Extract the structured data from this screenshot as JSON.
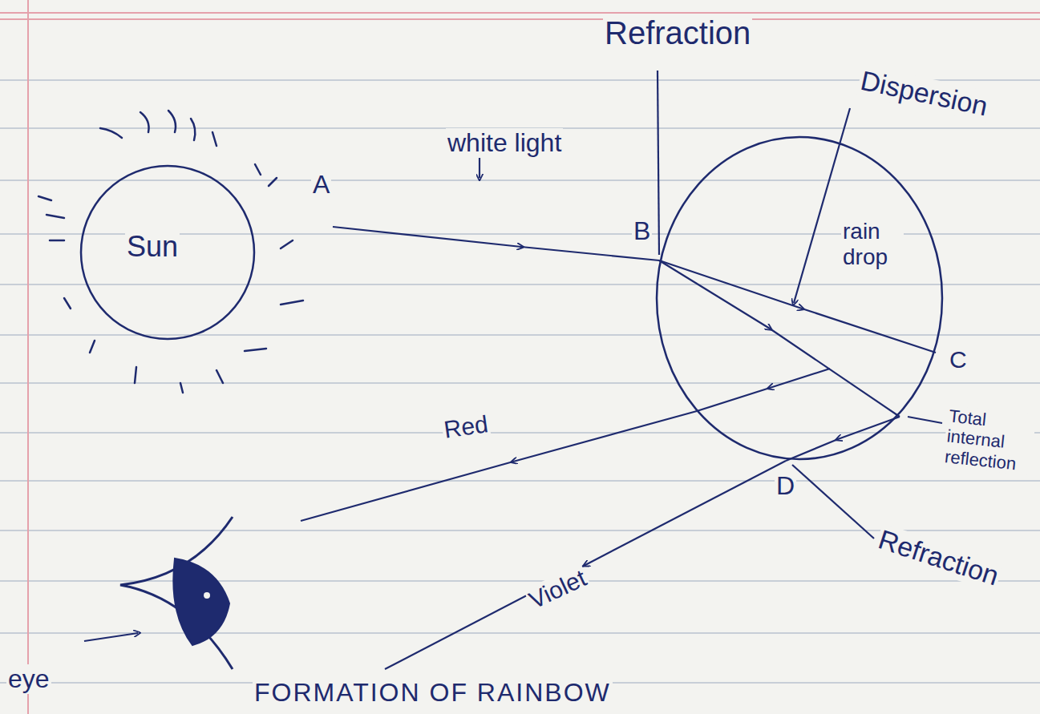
{
  "diagram": {
    "title": "FORMATION OF RAINBOW",
    "nodes": [
      {
        "text": [
          "Sun"
        ]
      },
      {
        "text": [
          "rain drop"
        ]
      },
      {
        "text": [
          "eye"
        ]
      }
    ],
    "labels": [
      "Refraction",
      "white light",
      "A",
      "B",
      "Dispersion",
      "C",
      "Total internal reflection",
      "Red",
      "D",
      "Refraction",
      "Violet"
    ]
  }
}
